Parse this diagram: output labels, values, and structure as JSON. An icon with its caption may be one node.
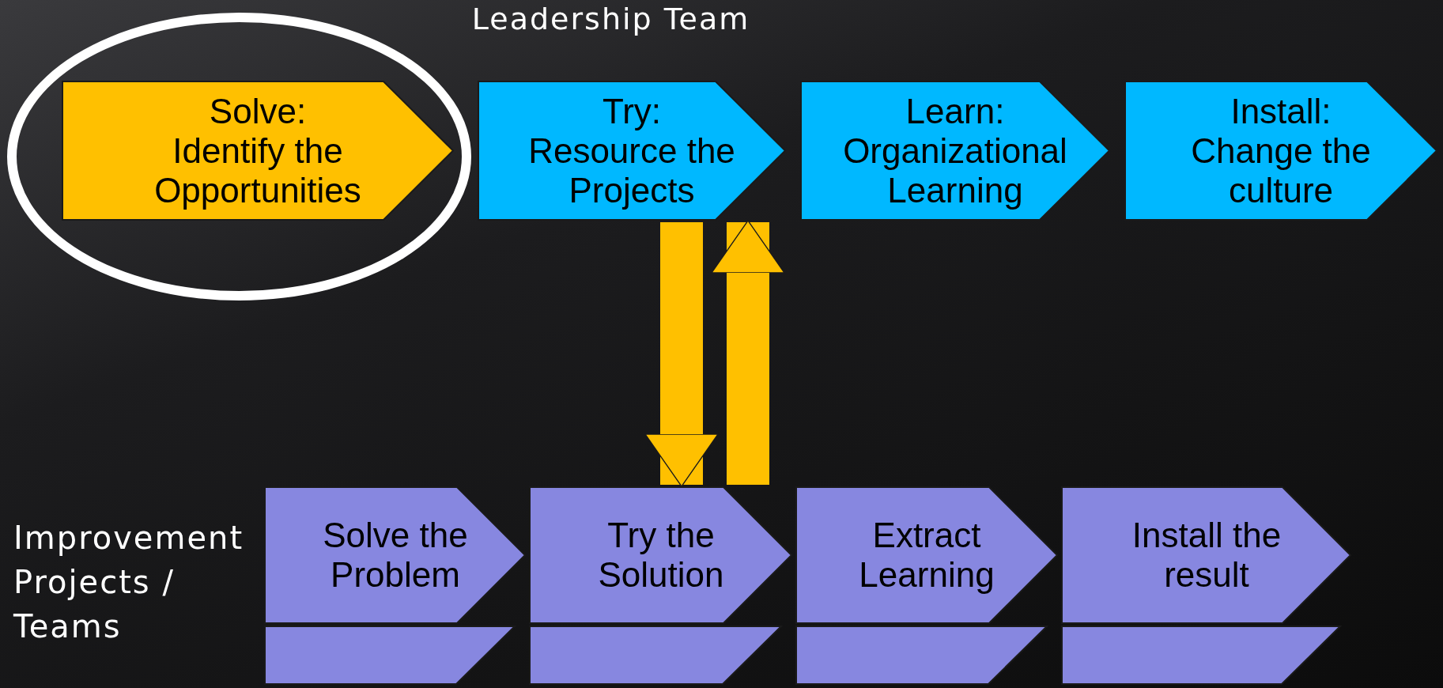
{
  "diagram": {
    "title": "Leadership Team",
    "nodes": [
      {
        "text": [],
        "shape": "ellipse"
      },
      {
        "text": [
          "Solve:",
          "Identify the Opportunities"
        ],
        "in": 0
      },
      {
        "text": [
          "Try:",
          "Resource the Projects"
        ]
      },
      {
        "text": [
          "Learn:",
          "Organizational Learning"
        ]
      },
      {
        "text": [
          "Install:",
          "Change the culture"
        ]
      },
      {
        "text": [
          "Solve the Problem"
        ]
      },
      {
        "text": [
          "Try the Solution"
        ]
      },
      {
        "text": [
          "Extract Learning"
        ]
      },
      {
        "text": [
          "Install the result"
        ]
      },
      {
        "text": [],
        "shape": "chevron"
      },
      {
        "text": [],
        "shape": "chevron"
      },
      {
        "text": [],
        "shape": "chevron"
      },
      {
        "text": [],
        "shape": "chevron"
      }
    ],
    "edges": [
      {
        "from": 2,
        "to": 6,
        "arrow": "to"
      },
      {
        "from": 6,
        "to": 2,
        "arrow": "to"
      }
    ],
    "labels": [
      "Improvement Projects / Teams"
    ]
  }
}
